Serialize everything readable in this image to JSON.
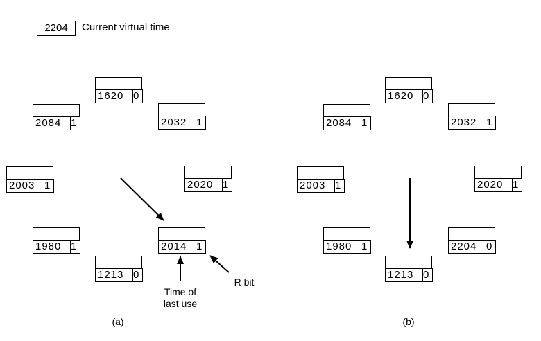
{
  "header": {
    "current_time_value": "2204",
    "current_time_label": "Current virtual time"
  },
  "panel_a": {
    "caption": "(a)",
    "pages": [
      {
        "time": "1620",
        "r": "0"
      },
      {
        "time": "2084",
        "r": "1"
      },
      {
        "time": "2032",
        "r": "1"
      },
      {
        "time": "2003",
        "r": "1"
      },
      {
        "time": "2020",
        "r": "1"
      },
      {
        "time": "1980",
        "r": "1"
      },
      {
        "time": "2014",
        "r": "1"
      },
      {
        "time": "1213",
        "r": "0"
      }
    ],
    "annotations": {
      "time_line1": "Time of",
      "time_line2": "last use",
      "rbit": "R bit"
    }
  },
  "panel_b": {
    "caption": "(b)",
    "pages": [
      {
        "time": "1620",
        "r": "0"
      },
      {
        "time": "2084",
        "r": "1"
      },
      {
        "time": "2032",
        "r": "1"
      },
      {
        "time": "2003",
        "r": "1"
      },
      {
        "time": "2020",
        "r": "1"
      },
      {
        "time": "1980",
        "r": "1"
      },
      {
        "time": "2204",
        "r": "0"
      },
      {
        "time": "1213",
        "r": "0"
      }
    ]
  }
}
